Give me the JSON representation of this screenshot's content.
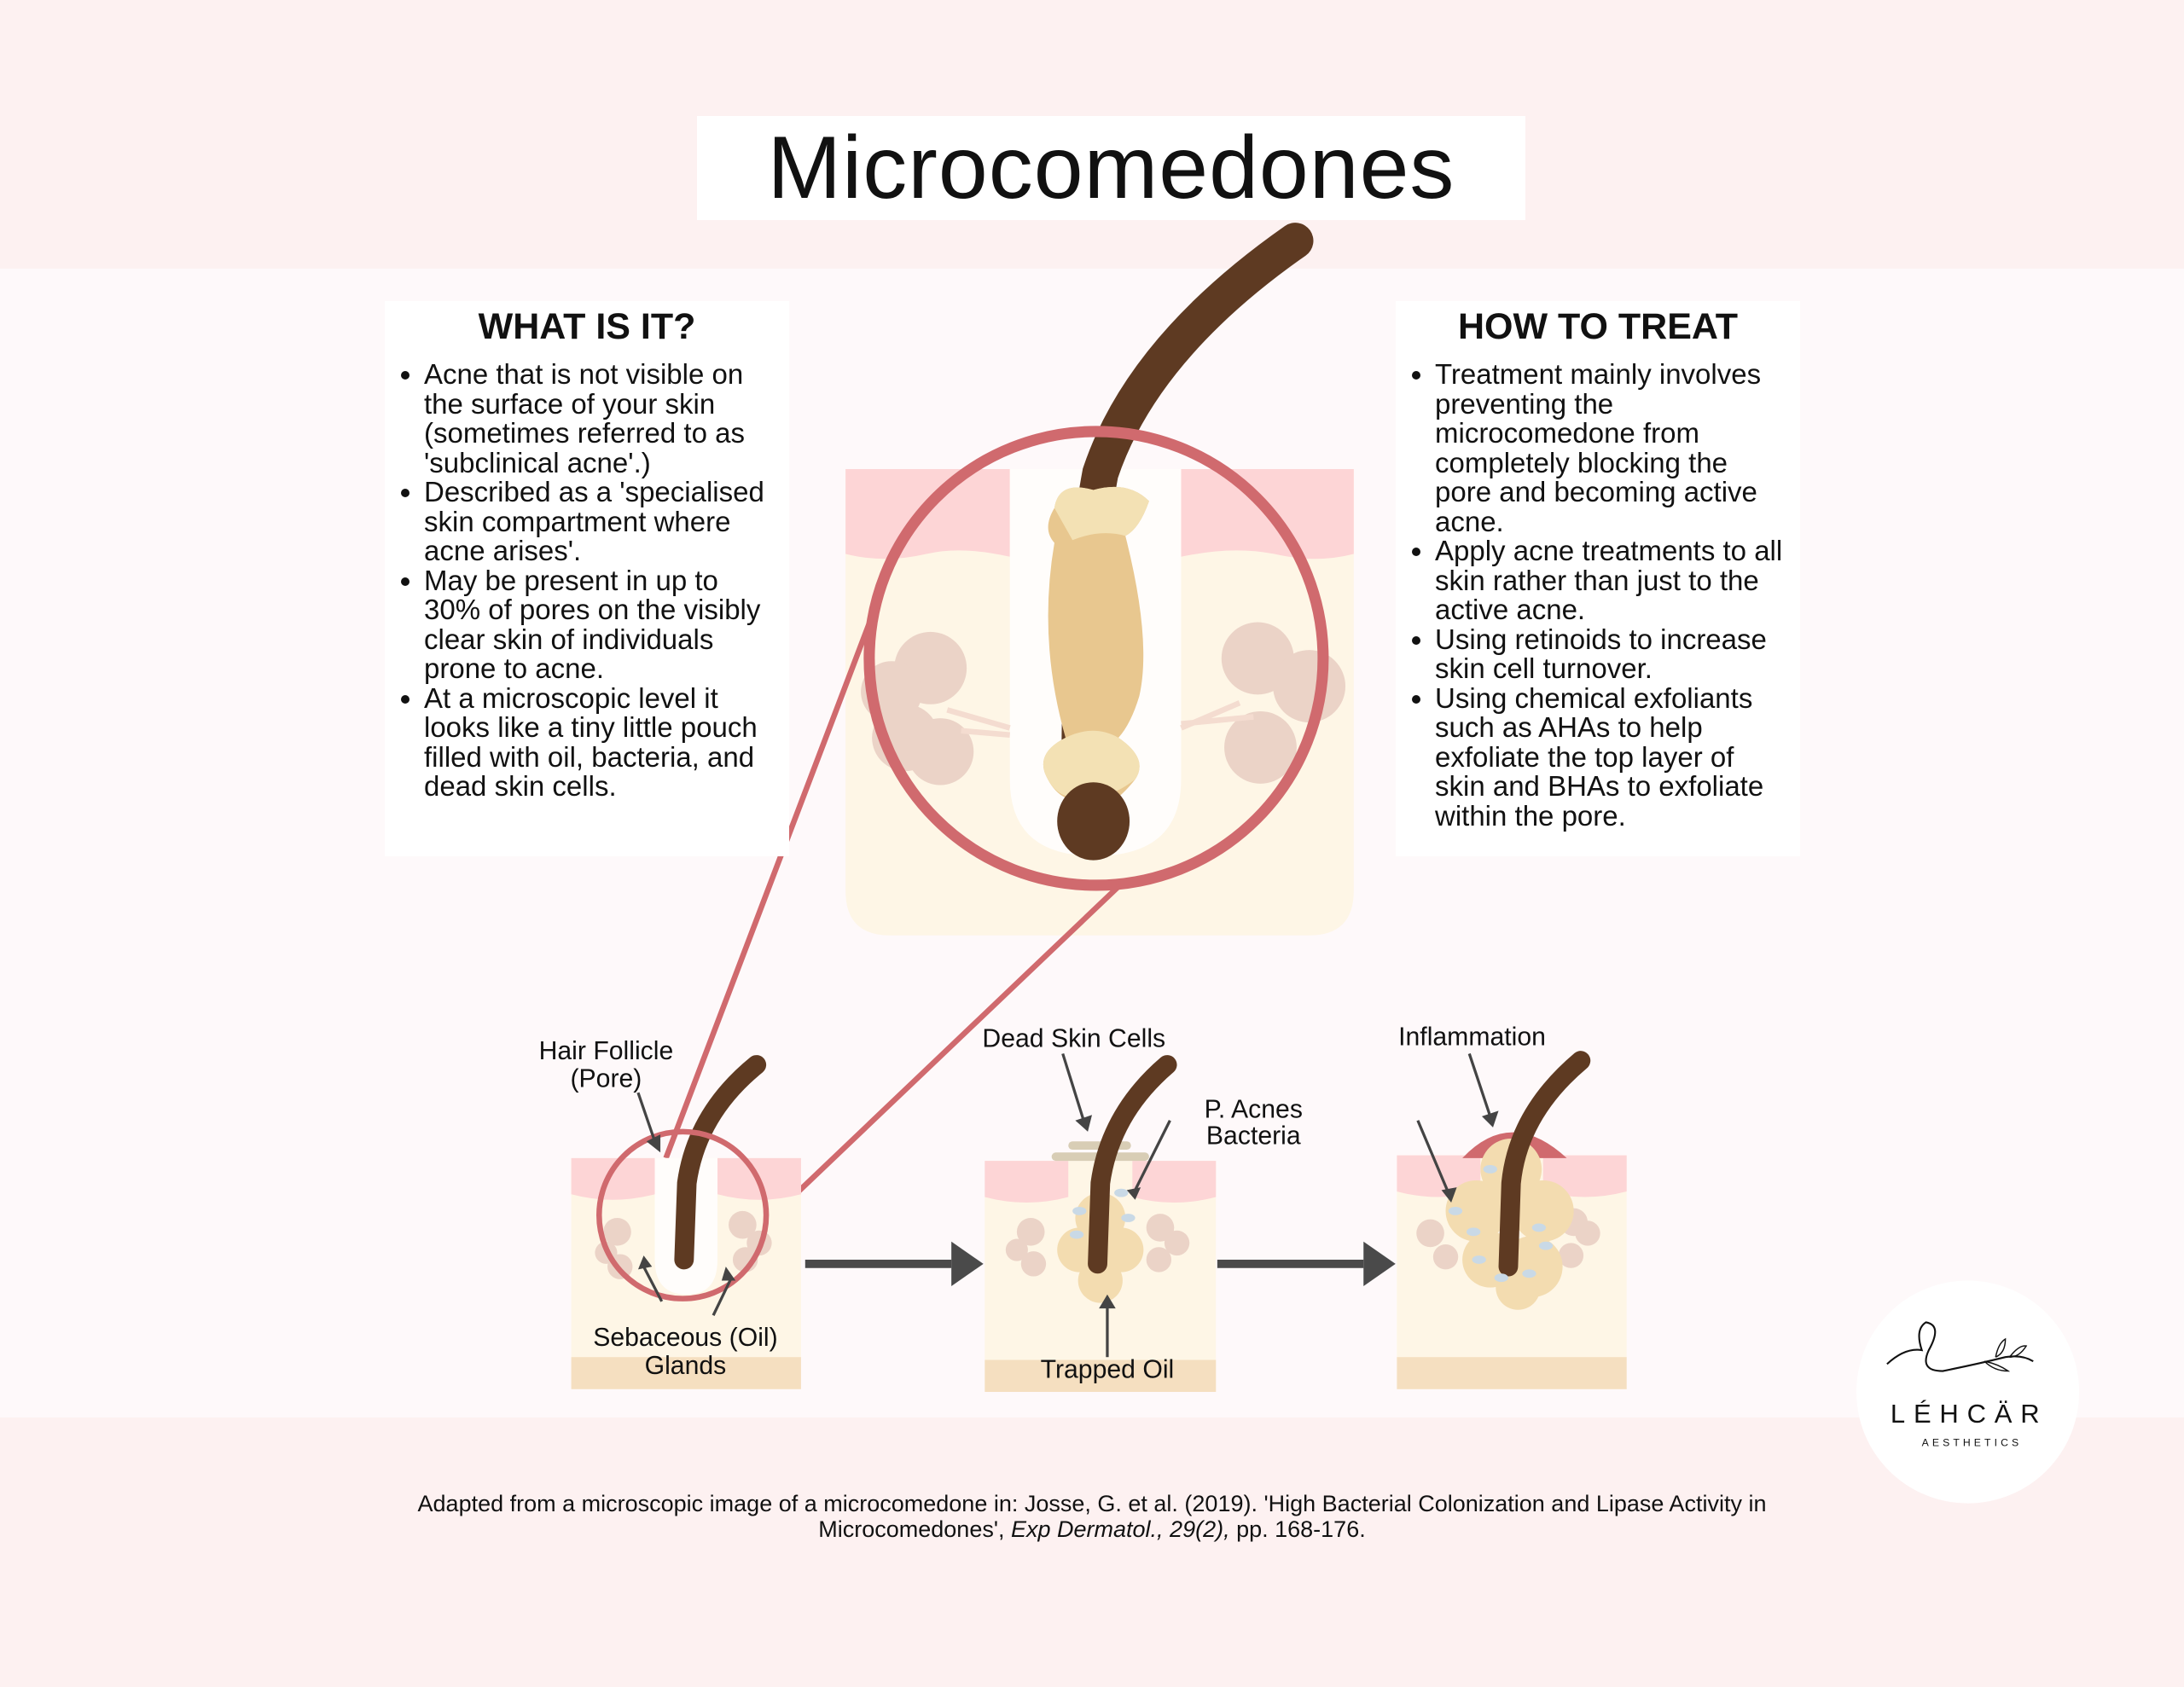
{
  "title": "Microcomedones",
  "what_is_it": {
    "heading": "WHAT IS IT?",
    "bullets": [
      "Acne that is not visible on the surface of your skin (sometimes referred to as 'subclinical acne'.)",
      "Described as a 'specialised skin compartment where acne arises'.",
      "May be present in up to 30% of pores on the visibly clear skin of individuals prone to acne.",
      "At a microscopic level it looks like a tiny little pouch filled with oil, bacteria, and dead skin cells."
    ]
  },
  "how_to_treat": {
    "heading": "HOW TO TREAT",
    "bullets": [
      "Treatment mainly involves preventing the microcomedone from completely blocking the pore and becoming active acne.",
      "Apply acne treatments to all skin rather than just to the active acne.",
      "Using retinoids to increase skin cell turnover.",
      "Using chemical exfoliants such as AHAs to help exfoliate the top layer of skin and BHAs to exfoliate within the pore."
    ]
  },
  "labels": {
    "hair_follicle_1": "Hair Follicle",
    "hair_follicle_2": "(Pore)",
    "sebaceous_1": "Sebaceous (Oil)",
    "sebaceous_2": "Glands",
    "dead_skin": "Dead Skin Cells",
    "bacteria_1": "P. Acnes",
    "bacteria_2": "Bacteria",
    "trapped_oil": "Trapped Oil",
    "inflammation": "Inflammation"
  },
  "citation": {
    "line1": "Adapted from a microscopic image of a microcomedone in: Josse, G. et al. (2019). 'High Bacterial Colonization and Lipase Activity in",
    "line2_a": "Microcomedones', ",
    "line2_journal": "Exp Dermatol., 29(2),",
    "line2_b": " pp. 168-176."
  },
  "logo": {
    "name": "LÉHCÄR",
    "sub": "AESTHETICS"
  },
  "colors": {
    "hair": "#5e3a22",
    "ring": "#d06a6e",
    "skin": "#fef6e6",
    "epidermis": "#fdd5d6",
    "gland": "#ebd3c7",
    "oil": "#e8c78f",
    "bacteria": "#c9d9e6"
  }
}
